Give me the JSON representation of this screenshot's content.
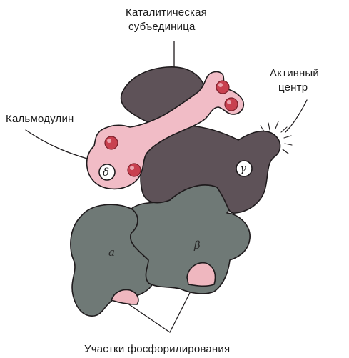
{
  "labels": {
    "catalytic_line1": "Каталитическая",
    "catalytic_line2": "субъединица",
    "active_line1": "Активный",
    "active_line2": "центр",
    "calmodulin": "Кальмодулин",
    "phosphorylation_sites": "Участки фосфорилирования"
  },
  "subunits": {
    "alpha": "a",
    "beta": "β",
    "gamma": "γ",
    "delta": "δ"
  },
  "colors": {
    "catalytic_dark": "#5e5258",
    "regulatory_gray": "#6f7976",
    "calmodulin_pink": "#f1bcc6",
    "binding_red": "#c8404f",
    "phospho_pink": "#efb7bf",
    "outline": "#1f1b1d"
  }
}
